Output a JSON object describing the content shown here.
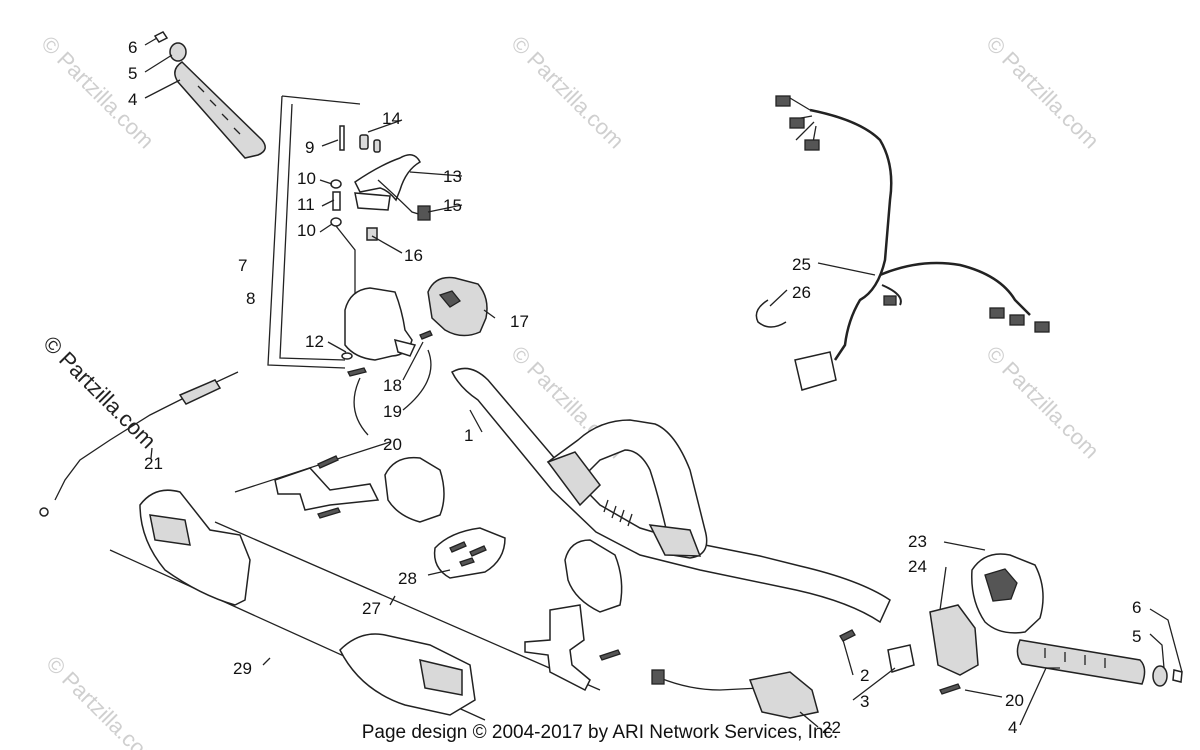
{
  "watermark_text": "© Partzilla.com",
  "footer_text": "Page design © 2004-2017 by ARI Network Services, Inc.",
  "callouts": {
    "c6_left": "6",
    "c5_left": "5",
    "c4_left": "4",
    "c14": "14",
    "c9": "9",
    "c13": "13",
    "c10a": "10",
    "c11": "11",
    "c15": "15",
    "c10b": "10",
    "c16": "16",
    "c7": "7",
    "c8": "8",
    "c17": "17",
    "c12": "12",
    "c18": "18",
    "c19": "19",
    "c20_left": "20",
    "c1": "1",
    "c21": "21",
    "c25": "25",
    "c26": "26",
    "c28": "28",
    "c27": "27",
    "c29": "29",
    "c23": "23",
    "c24": "24",
    "c6_right": "6",
    "c5_right": "5",
    "c2": "2",
    "c3": "3",
    "c20_right": "20",
    "c4_right": "4",
    "c22": "22"
  }
}
